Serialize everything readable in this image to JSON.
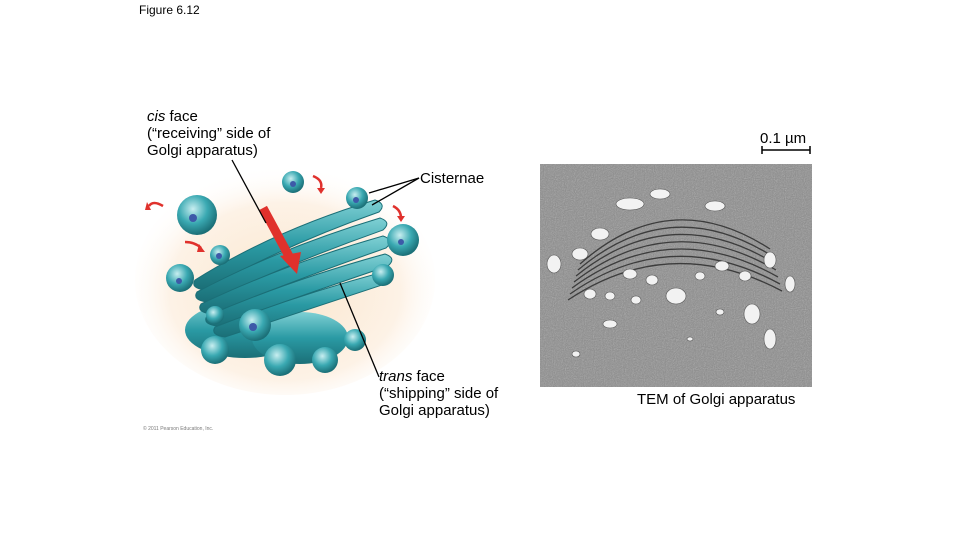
{
  "figure": {
    "title": "Figure 6.12"
  },
  "labels": {
    "cis_italic": "cis",
    "cis_rest": " face",
    "cis_line2": "(“receiving” side of",
    "cis_line3": "Golgi apparatus)",
    "trans_italic": "trans",
    "trans_rest": " face",
    "trans_line2": "(“shipping” side of",
    "trans_line3": "Golgi apparatus)",
    "cisternae": "Cisternae",
    "scale": "0.1 µm",
    "tem_caption": "TEM of Golgi apparatus",
    "copyright": "© 2011 Pearson Education, Inc."
  },
  "colors": {
    "cisterna": "#2a9aa4",
    "cisterna_dark": "#1b6f77",
    "cisterna_light": "#7fd0d4",
    "arrow": "#e0312c",
    "glow": "#f9e1c6",
    "vesicle_content": "#3d5aa8",
    "em_bg": "#8a8a8a"
  }
}
